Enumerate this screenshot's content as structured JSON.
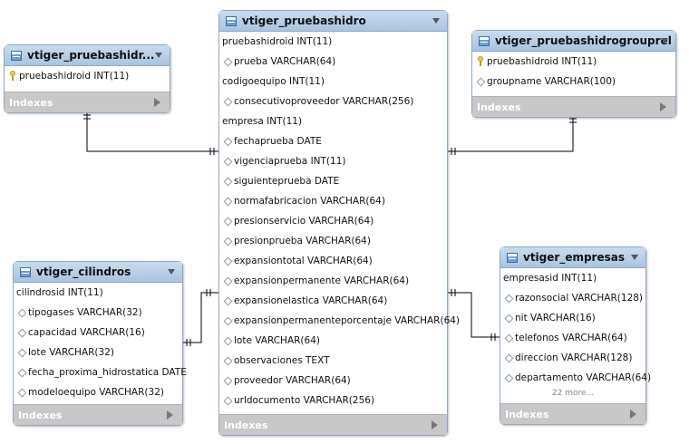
{
  "tables": {
    "main": {
      "title": "vtiger_pruebashidro",
      "fields": [
        {
          "text": "pruebashidroid INT(11)",
          "kind": "plain"
        },
        {
          "text": "prueba VARCHAR(64)",
          "kind": "attr"
        },
        {
          "text": "codigoequipo INT(11)",
          "kind": "plain"
        },
        {
          "text": "consecutivoproveedor VARCHAR(256)",
          "kind": "attr"
        },
        {
          "text": "empresa INT(11)",
          "kind": "plain"
        },
        {
          "text": "fechaprueba DATE",
          "kind": "attr"
        },
        {
          "text": "vigenciaprueba INT(11)",
          "kind": "attr"
        },
        {
          "text": "siguienteprueba DATE",
          "kind": "attr"
        },
        {
          "text": "normafabricacion VARCHAR(64)",
          "kind": "attr"
        },
        {
          "text": "presionservicio VARCHAR(64)",
          "kind": "attr"
        },
        {
          "text": "presionprueba VARCHAR(64)",
          "kind": "attr"
        },
        {
          "text": "expansiontotal VARCHAR(64)",
          "kind": "attr"
        },
        {
          "text": "expansionpermanente VARCHAR(64)",
          "kind": "attr"
        },
        {
          "text": "expansionelastica VARCHAR(64)",
          "kind": "attr"
        },
        {
          "text": "expansionpermanenteporcentaje VARCHAR(64)",
          "kind": "attr"
        },
        {
          "text": "lote VARCHAR(64)",
          "kind": "attr"
        },
        {
          "text": "observaciones TEXT",
          "kind": "attr"
        },
        {
          "text": "proveedor VARCHAR(64)",
          "kind": "attr"
        },
        {
          "text": "urldocumento VARCHAR(256)",
          "kind": "attr"
        }
      ],
      "indexes": "Indexes"
    },
    "cf": {
      "title": "vtiger_pruebashidr...",
      "fields": [
        {
          "text": "pruebashidroid INT(11)",
          "kind": "pk"
        }
      ],
      "indexes": "Indexes"
    },
    "grouprel": {
      "title": "vtiger_pruebashidrogrouprel",
      "fields": [
        {
          "text": "pruebashidroid INT(11)",
          "kind": "pk"
        },
        {
          "text": "groupname VARCHAR(100)",
          "kind": "attr"
        }
      ],
      "indexes": "Indexes"
    },
    "cilindros": {
      "title": "vtiger_cilindros",
      "fields": [
        {
          "text": "cilindrosid INT(11)",
          "kind": "plain"
        },
        {
          "text": "tipogases VARCHAR(32)",
          "kind": "attr"
        },
        {
          "text": "capacidad VARCHAR(16)",
          "kind": "attr"
        },
        {
          "text": "lote VARCHAR(32)",
          "kind": "attr"
        },
        {
          "text": "fecha_proxima_hidrostatica DATE",
          "kind": "attr"
        },
        {
          "text": "modeloequipo VARCHAR(32)",
          "kind": "attr"
        }
      ],
      "indexes": "Indexes"
    },
    "empresas": {
      "title": "vtiger_empresas",
      "fields": [
        {
          "text": "empresasid INT(11)",
          "kind": "plain"
        },
        {
          "text": "razonsocial VARCHAR(128)",
          "kind": "attr"
        },
        {
          "text": "nit VARCHAR(16)",
          "kind": "attr"
        },
        {
          "text": "telefonos VARCHAR(64)",
          "kind": "attr"
        },
        {
          "text": "direccion VARCHAR(128)",
          "kind": "attr"
        },
        {
          "text": "departamento VARCHAR(64)",
          "kind": "attr"
        }
      ],
      "more": "22 more...",
      "indexes": "Indexes"
    }
  },
  "colors": {
    "header": "#a9c4e0",
    "border": "#8fa9c3",
    "indexes_bar": "#c8c8c8",
    "line": "#000000"
  }
}
